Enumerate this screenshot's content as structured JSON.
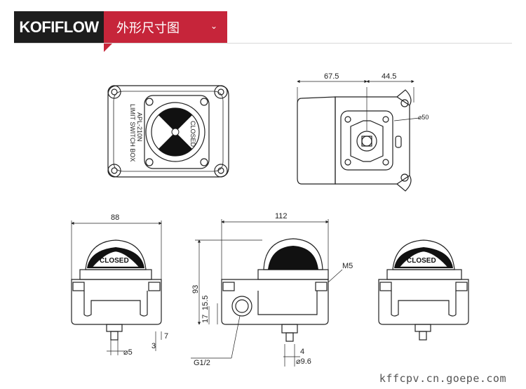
{
  "header": {
    "brand": "KOFIFLOW",
    "title": "外形尺寸图",
    "toggle_icon": "chevron-down-icon"
  },
  "top_left_view": {
    "dome_label": "CLOSED",
    "plate_line1": "LIMIT SWITCH BOX",
    "plate_line2": "APL-210N"
  },
  "top_right_view": {
    "dim_left": "67.5",
    "dim_right": "44.5",
    "bore": "⌀50"
  },
  "front_left_view": {
    "width": "88",
    "dome_label": "CLOSED",
    "shaft_dia": "⌀5",
    "dim_3": "3",
    "dim_7": "7"
  },
  "front_center_view": {
    "width": "112",
    "height": "93",
    "dim_17": "17",
    "dim_15_5": "15.5",
    "thread": "M5",
    "port": "G1/2",
    "shaft_dia": "⌀9.6",
    "dim_4": "4"
  },
  "front_right_view": {
    "dome_label": "CLOSED"
  },
  "watermark": "kffcpv.cn.goepe.com"
}
